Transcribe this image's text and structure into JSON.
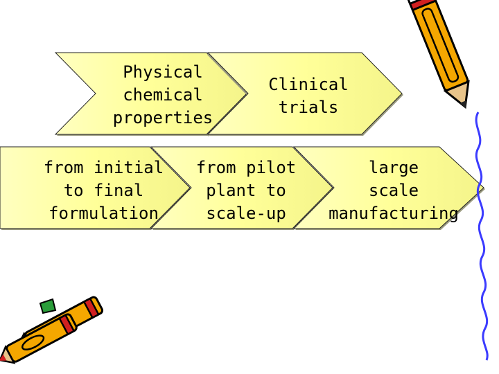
{
  "diagram": {
    "top_row": [
      {
        "label": "Physical\nchemical\nproperties"
      },
      {
        "label": "Clinical\ntrials"
      }
    ],
    "bottom_row": [
      {
        "label": "from initial\nto final\nformulation"
      },
      {
        "label": "from pilot\nplant to\nscale-up"
      },
      {
        "label": "large\nscale\nmanufacturing"
      }
    ]
  },
  "decorations": {
    "pencil_icon": "pencil-icon",
    "wavy_line": "wavy-line",
    "crayons_icon": "crayons-icon"
  },
  "colors": {
    "chevron_fill": "#ffff99",
    "chevron_shade": "#c8c8a0",
    "pencil_body": "#f5a700",
    "pencil_stripe": "#d12020",
    "line_blue": "#3b3bff",
    "crayon_green": "#2a9d3a"
  }
}
